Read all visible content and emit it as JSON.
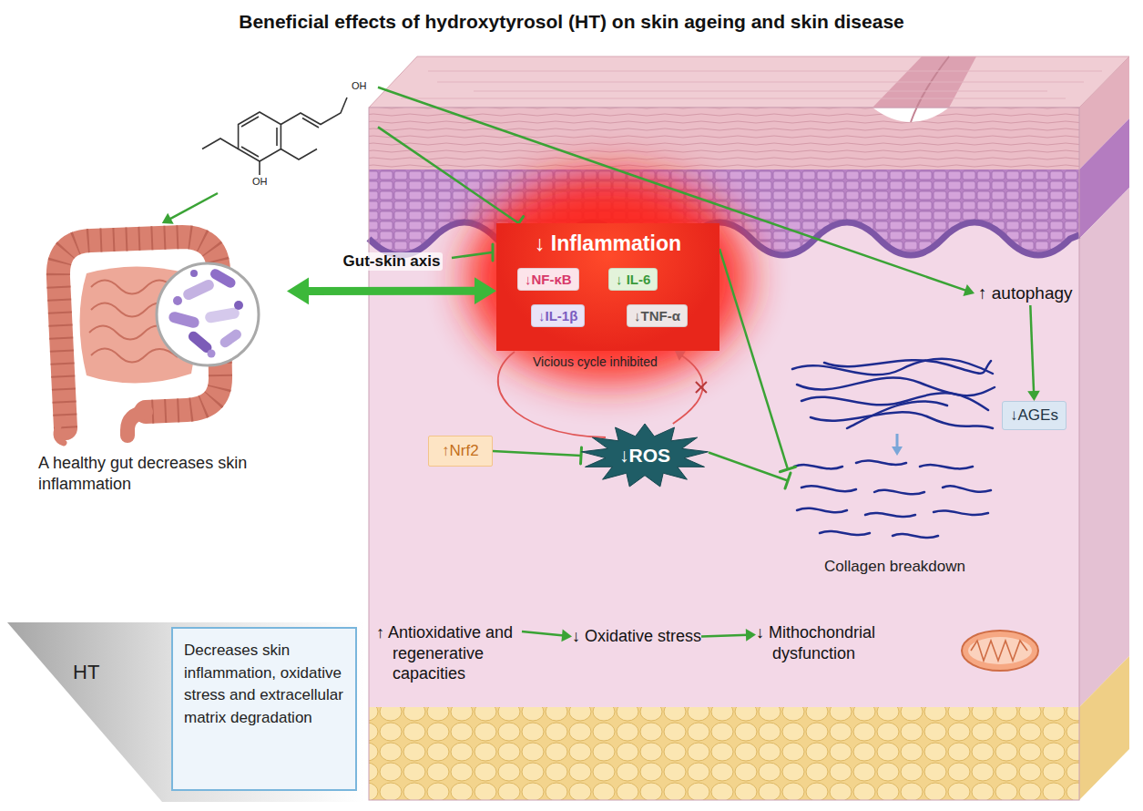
{
  "diagram": {
    "title": "Beneficial effects of hydroxytyrosol (HT) on skin ageing and skin disease",
    "nodes": [
      {
        "text": [
          "OH",
          "OH"
        ]
      },
      {
        "text": [
          "A healthy gut decreases skin inflammation"
        ]
      },
      {
        "text": [
          "↓ Inflammation"
        ]
      },
      {
        "text": [
          "↓NF-κB"
        ],
        "in": 2
      },
      {
        "text": [
          "↓ IL-6"
        ],
        "in": 2
      },
      {
        "text": [
          "↓IL-1β"
        ],
        "in": 2
      },
      {
        "text": [
          "↓TNF-α"
        ],
        "in": 2
      },
      {
        "text": [
          "↑ autophagy"
        ]
      },
      {
        "text": [
          "↓AGEs"
        ]
      },
      {
        "text": [
          "Collagen breakdown"
        ]
      },
      {
        "text": [
          "↑Nrf2"
        ]
      },
      {
        "text": [
          "↓ROS"
        ]
      },
      {
        "text": [
          "↑ Antioxidative and regenerative capacities"
        ]
      },
      {
        "text": [
          "↓ Oxidative stress"
        ]
      },
      {
        "text": [
          "↓ Mithochondrial dysfunction"
        ]
      },
      {
        "text": [
          "HT"
        ]
      },
      {
        "text": [
          "Decreases skin inflammation, oxidative stress and extracellular matrix degradation"
        ],
        "in": 15
      }
    ],
    "edges": [
      {
        "from": 0,
        "to": 1,
        "arrow": "to"
      },
      {
        "from": 0,
        "to": 2,
        "arrow": "to"
      },
      {
        "from": 0,
        "to": 7,
        "arrow": "to"
      },
      {
        "from": 1,
        "to": 2,
        "arrow": "both",
        "label": "Gut-skin axis"
      },
      {
        "from": 2,
        "to": 9,
        "arrow": "to"
      },
      {
        "from": 11,
        "to": 9,
        "arrow": "to"
      },
      {
        "from": 10,
        "to": 11,
        "arrow": "to"
      },
      {
        "from": 11,
        "to": 2,
        "arrow": "to"
      },
      {
        "from": 7,
        "to": 8,
        "arrow": "to"
      },
      {
        "from": 12,
        "to": 13,
        "arrow": "to"
      },
      {
        "from": 13,
        "to": 14,
        "arrow": "to"
      }
    ],
    "labels": [
      "Vicious cycle inhibited"
    ]
  }
}
